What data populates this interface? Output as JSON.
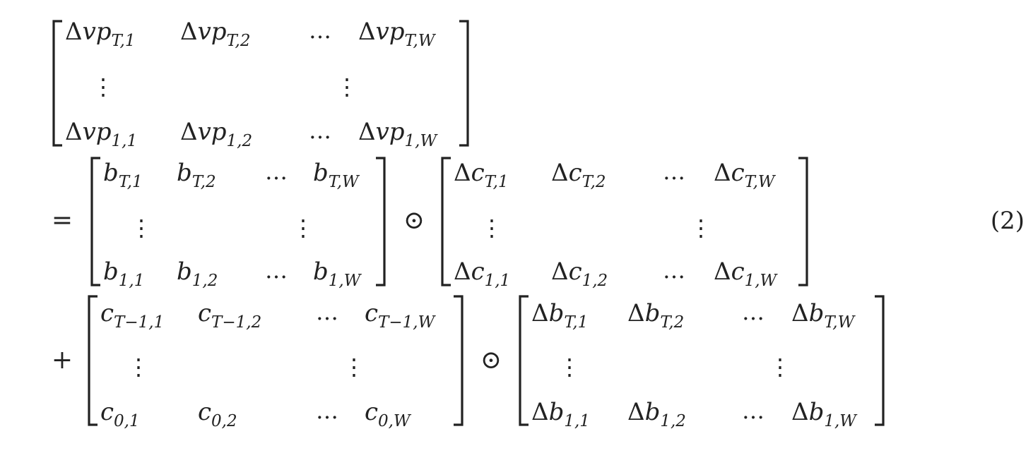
{
  "equation": {
    "number": "(2)",
    "relation": "=",
    "plus": "+",
    "hadamard": "⊙",
    "hdots": "…",
    "vdots": "⋮",
    "matrices": [
      {
        "id": "delta-vp",
        "rows": [
          [
            {
              "delta": true,
              "base": "vp",
              "sub": "T,1"
            },
            {
              "delta": true,
              "base": "vp",
              "sub": "T,2"
            },
            {
              "dots": true
            },
            {
              "delta": true,
              "base": "vp",
              "sub": "T,W"
            }
          ],
          [
            {
              "vdots": true
            },
            {
              "empty": true
            },
            {
              "vdots": true
            },
            {
              "empty": true
            }
          ],
          [
            {
              "delta": true,
              "base": "vp",
              "sub": "1,1"
            },
            {
              "delta": true,
              "base": "vp",
              "sub": "1,2"
            },
            {
              "dots": true
            },
            {
              "delta": true,
              "base": "vp",
              "sub": "1,W"
            }
          ]
        ]
      },
      {
        "id": "b",
        "rows": [
          [
            {
              "delta": false,
              "base": "b",
              "sub": "T,1"
            },
            {
              "delta": false,
              "base": "b",
              "sub": "T,2"
            },
            {
              "dots": true
            },
            {
              "delta": false,
              "base": "b",
              "sub": "T,W"
            }
          ],
          [
            {
              "vdots": true
            },
            {
              "empty": true
            },
            {
              "vdots": true
            },
            {
              "empty": true
            }
          ],
          [
            {
              "delta": false,
              "base": "b",
              "sub": "1,1"
            },
            {
              "delta": false,
              "base": "b",
              "sub": "1,2"
            },
            {
              "dots": true
            },
            {
              "delta": false,
              "base": "b",
              "sub": "1,W"
            }
          ]
        ]
      },
      {
        "id": "delta-c",
        "rows": [
          [
            {
              "delta": true,
              "base": "c",
              "sub": "T,1"
            },
            {
              "delta": true,
              "base": "c",
              "sub": "T,2"
            },
            {
              "dots": true
            },
            {
              "delta": true,
              "base": "c",
              "sub": "T,W"
            }
          ],
          [
            {
              "vdots": true
            },
            {
              "empty": true
            },
            {
              "vdots": true
            },
            {
              "empty": true
            }
          ],
          [
            {
              "delta": true,
              "base": "c",
              "sub": "1,1"
            },
            {
              "delta": true,
              "base": "c",
              "sub": "1,2"
            },
            {
              "dots": true
            },
            {
              "delta": true,
              "base": "c",
              "sub": "1,W"
            }
          ]
        ]
      },
      {
        "id": "c",
        "rows": [
          [
            {
              "delta": false,
              "base": "c",
              "sub": "T−1,1"
            },
            {
              "delta": false,
              "base": "c",
              "sub": "T−1,2"
            },
            {
              "dots": true
            },
            {
              "delta": false,
              "base": "c",
              "sub": "T−1,W"
            }
          ],
          [
            {
              "vdots": true
            },
            {
              "empty": true
            },
            {
              "vdots": true
            },
            {
              "empty": true
            }
          ],
          [
            {
              "delta": false,
              "base": "c",
              "sub": "0,1"
            },
            {
              "delta": false,
              "base": "c",
              "sub": "0,2"
            },
            {
              "dots": true
            },
            {
              "delta": false,
              "base": "c",
              "sub": "0,W"
            }
          ]
        ]
      },
      {
        "id": "delta-b",
        "rows": [
          [
            {
              "delta": true,
              "base": "b",
              "sub": "T,1"
            },
            {
              "delta": true,
              "base": "b",
              "sub": "T,2"
            },
            {
              "dots": true
            },
            {
              "delta": true,
              "base": "b",
              "sub": "T,W"
            }
          ],
          [
            {
              "vdots": true
            },
            {
              "empty": true
            },
            {
              "vdots": true
            },
            {
              "empty": true
            }
          ],
          [
            {
              "delta": true,
              "base": "b",
              "sub": "1,1"
            },
            {
              "delta": true,
              "base": "b",
              "sub": "1,2"
            },
            {
              "dots": true
            },
            {
              "delta": true,
              "base": "b",
              "sub": "1,W"
            }
          ]
        ]
      }
    ]
  }
}
